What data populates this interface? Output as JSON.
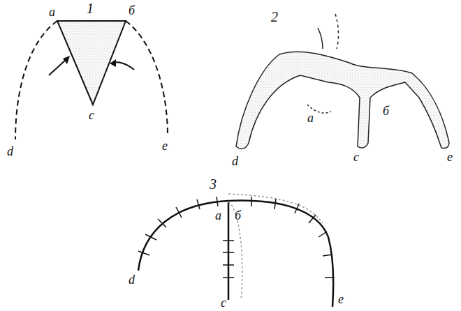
{
  "diagram": {
    "labels": [
      "1",
      "a",
      "б",
      "d",
      "c",
      "e",
      "2",
      "d",
      "a",
      "c",
      "б",
      "e",
      "3",
      "d",
      "c",
      "a",
      "б",
      "e"
    ]
  }
}
